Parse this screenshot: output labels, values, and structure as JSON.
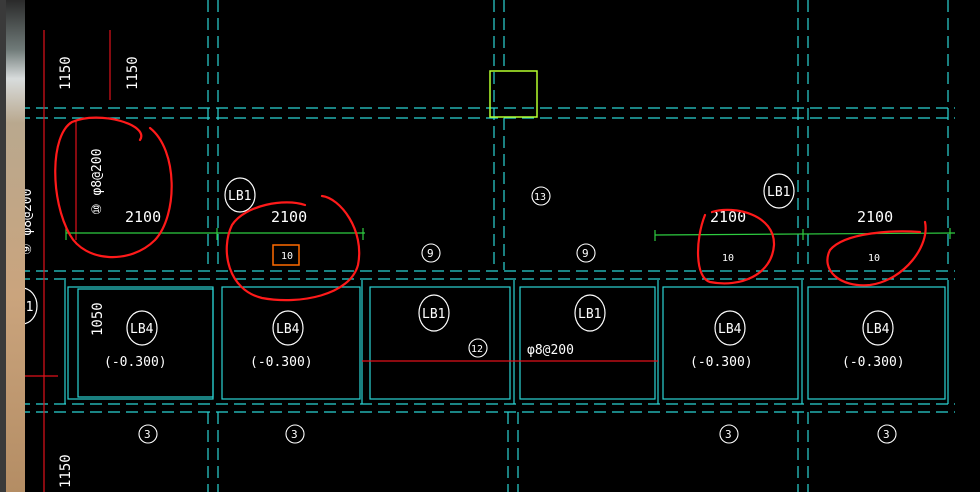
{
  "dims": {
    "top_left_a": "1150",
    "top_left_b": "1150",
    "bottom_left": "1150",
    "span_1": "2100",
    "span_2": "2100",
    "span_3": "2100",
    "span_4": "2100",
    "beam_depth": "1050"
  },
  "rebar": {
    "left_vertical": "⑨ φ8@200",
    "top_vertical": "⑩ φ8@200",
    "bottom_run": "φ8@200",
    "left_cut": "200"
  },
  "beams": {
    "lb1_a": "LB1",
    "lb1_b": "LB1",
    "lb1_c": "LB1",
    "lb1_d": "LB1",
    "lb1_e": "LB1"
  },
  "slabs": {
    "lb4_label": "LB4",
    "lb4_elev": "(-0.300)"
  },
  "marks": {
    "m9": "9",
    "m10": "10",
    "m12": "12",
    "m13": "13",
    "m3": "3"
  },
  "colors": {
    "background": "#000000",
    "grid": "#2bd4d4",
    "dim_line": "#2ecc40",
    "red_line": "#e0101a",
    "markup": "#ff1a1a",
    "column_box": "#b5ff2e",
    "selected": "#ff6a00"
  }
}
